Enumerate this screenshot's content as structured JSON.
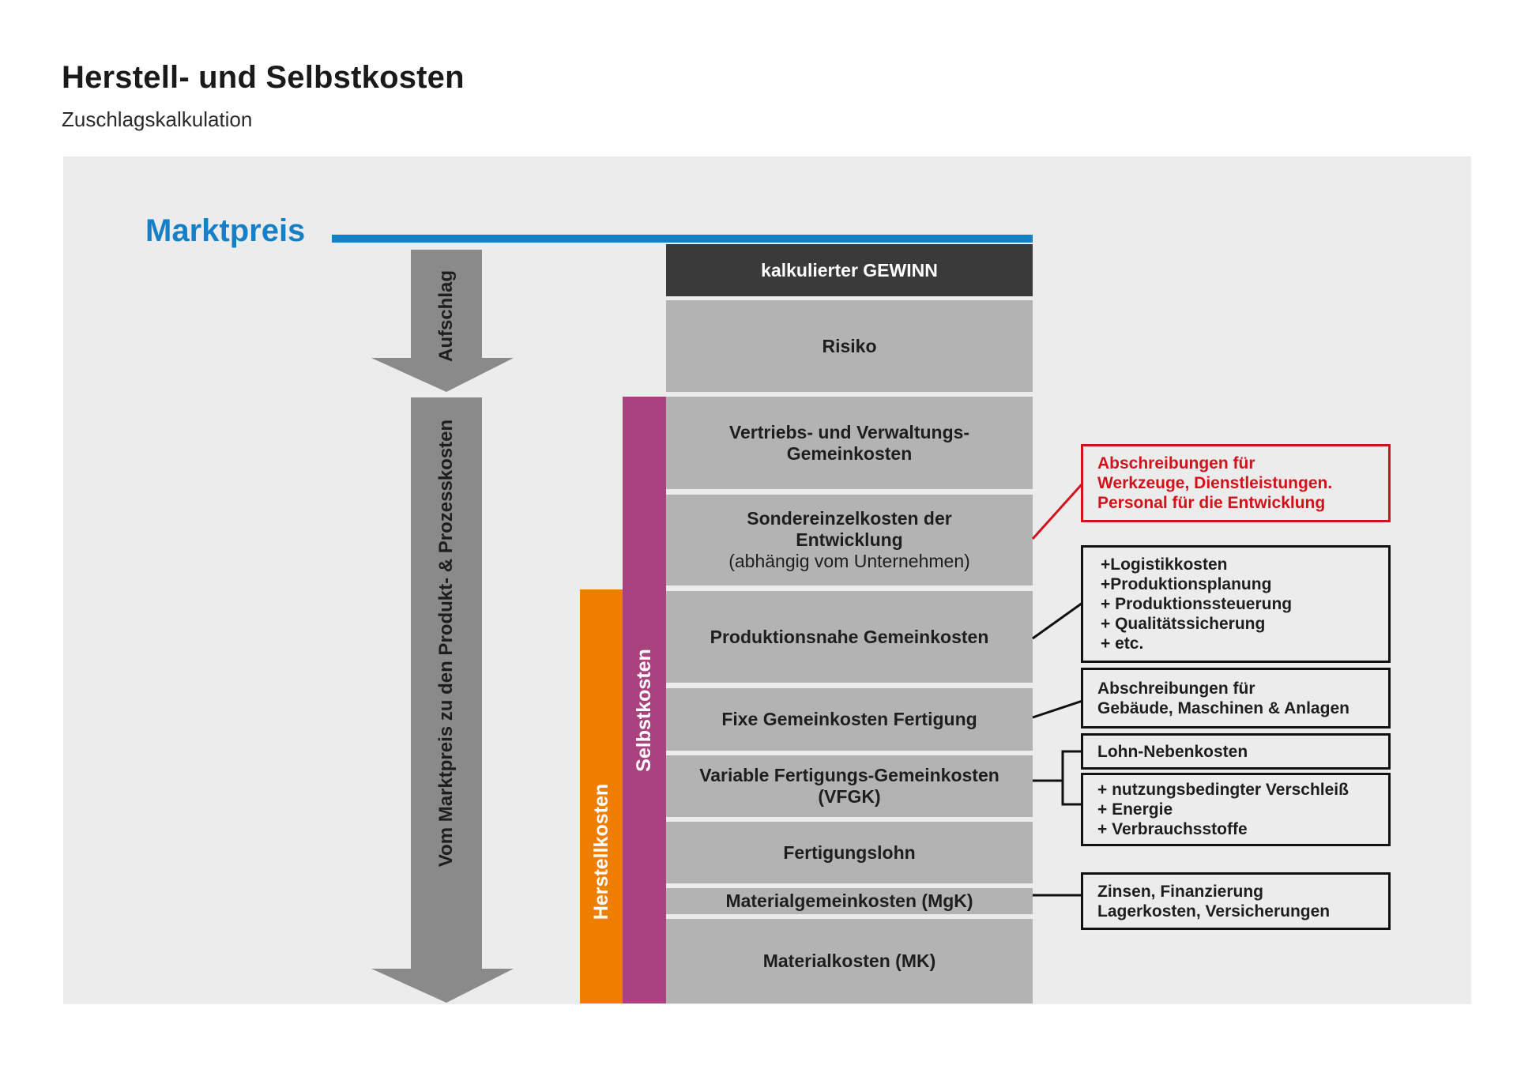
{
  "title": "Herstell- und Selbstkosten",
  "subtitle": "Zuschlagskalkulation",
  "marktpreis": "Marktpreis",
  "arrows": {
    "aufschlag": "Aufschlag",
    "vom_marktpreis": "Vom Marktpreis zu den Produkt- & Prozesskosten"
  },
  "bars": {
    "herstellkosten": "Herstellkosten",
    "selbstkosten": "Selbstkosten"
  },
  "blocks": [
    {
      "lines": [
        "kalkulierter GEWINN"
      ],
      "sub": ""
    },
    {
      "lines": [
        "Risiko"
      ],
      "sub": ""
    },
    {
      "lines": [
        "Vertriebs- und Verwaltungs-",
        "Gemeinkosten"
      ],
      "sub": ""
    },
    {
      "lines": [
        "Sondereinzelkosten der",
        "Entwicklung"
      ],
      "sub": "(abhängig vom Unternehmen)"
    },
    {
      "lines": [
        "Produktionsnahe Gemeinkosten"
      ],
      "sub": ""
    },
    {
      "lines": [
        "Fixe Gemeinkosten Fertigung"
      ],
      "sub": ""
    },
    {
      "lines": [
        "Variable Fertigungs-Gemeinkosten",
        "(VFGK)"
      ],
      "sub": ""
    },
    {
      "lines": [
        "Fertigungslohn"
      ],
      "sub": ""
    },
    {
      "lines": [
        "Materialgemeinkosten (MgK)"
      ],
      "sub": ""
    },
    {
      "lines": [
        "Materialkosten (MK)"
      ],
      "sub": ""
    }
  ],
  "notes": [
    {
      "lines": [
        "Abschreibungen für",
        "Werkzeuge, Dienstleistungen.",
        "Personal für die Entwicklung"
      ]
    },
    {
      "lines": [
        "+Logistikkosten",
        "+Produktionsplanung",
        "+ Produktionssteuerung",
        "+ Qualitätssicherung",
        "+ etc."
      ]
    },
    {
      "lines": [
        "Abschreibungen für",
        "Gebäude, Maschinen & Anlagen"
      ]
    },
    {
      "lines": [
        "Lohn-Nebenkosten"
      ]
    },
    {
      "lines": [
        "+ nutzungsbedingter Verschleiß",
        "+ Energie",
        "+ Verbrauchsstoffe"
      ]
    },
    {
      "lines": [
        "Zinsen, Finanzierung",
        "Lagerkosten, Versicherungen"
      ]
    }
  ],
  "colors": {
    "marktpreis": "#1580c8",
    "herstellkosten": "#ef7d00",
    "selbstkosten": "#a8437f",
    "block": "#b3b3b3",
    "gewinn": "#3a3a3a",
    "highlight": "#d0121b"
  }
}
